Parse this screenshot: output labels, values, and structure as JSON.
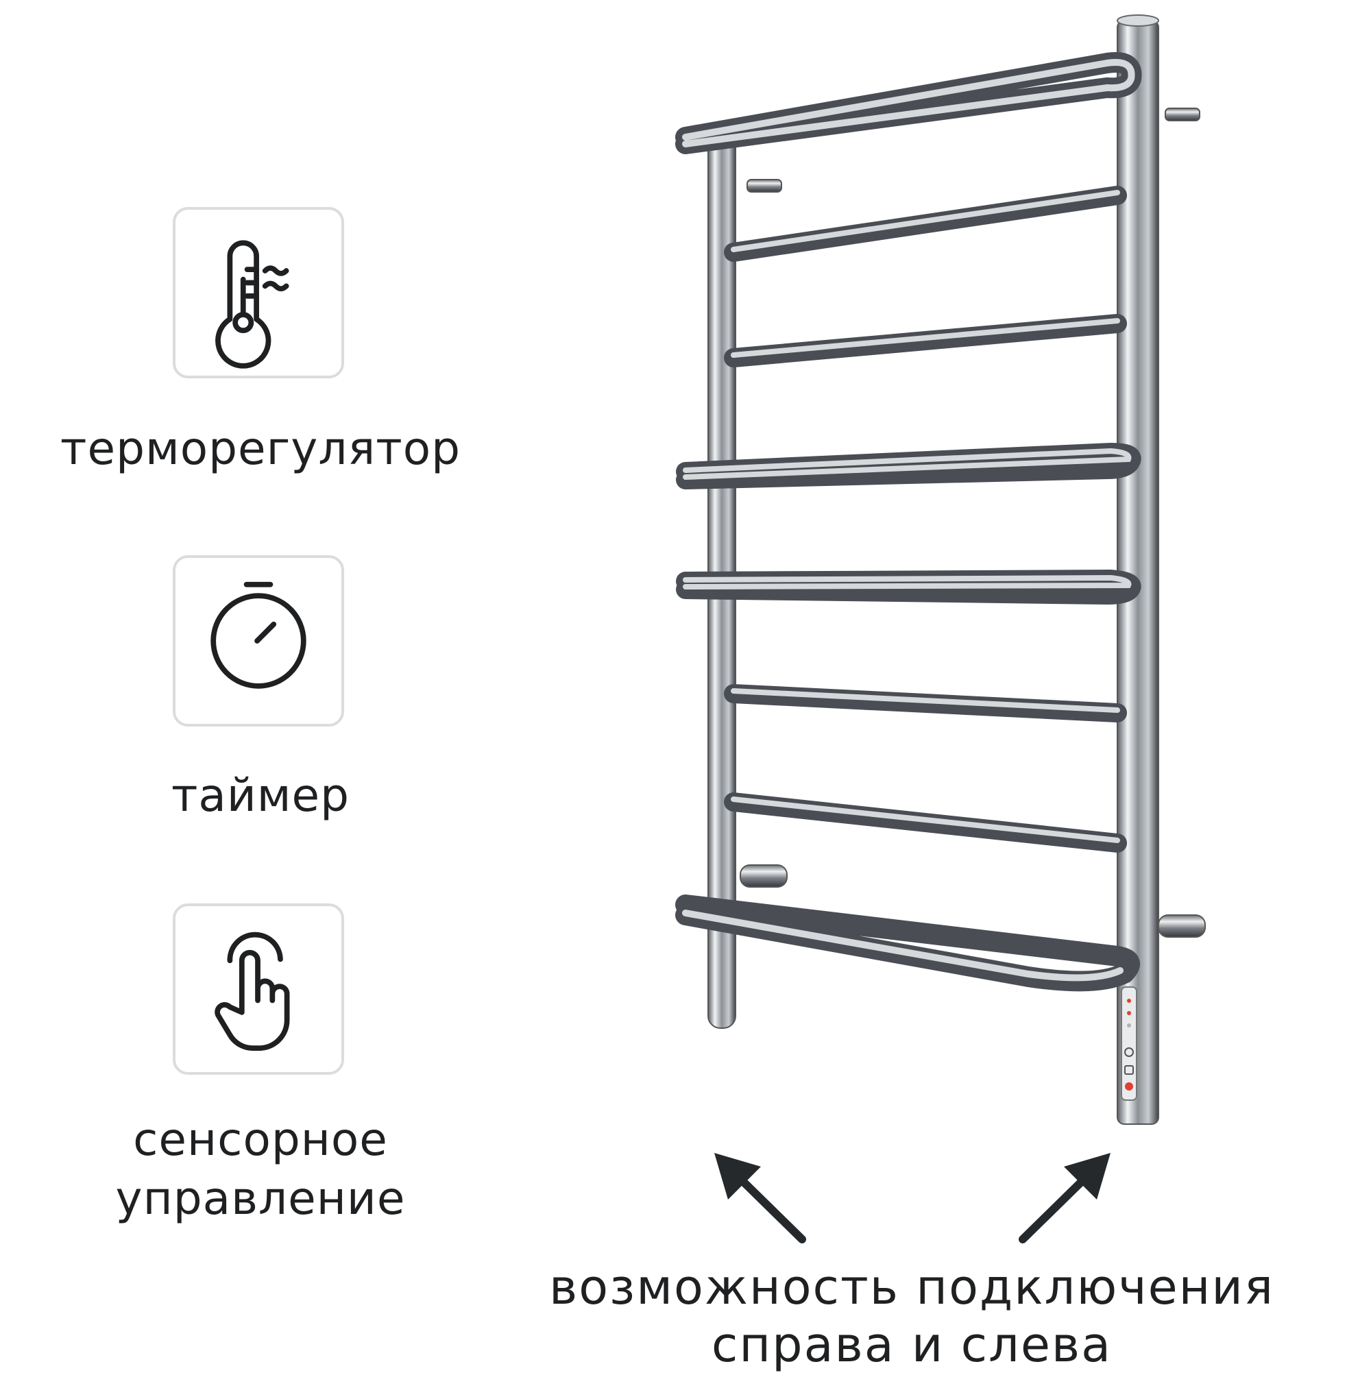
{
  "features": [
    {
      "label": "терморегулятор",
      "icon": "thermometer-icon"
    },
    {
      "label": "таймер",
      "icon": "timer-icon"
    },
    {
      "label": "сенсорное управление",
      "icon": "touch-hand-icon"
    }
  ],
  "caption": {
    "line1": "возможность подключения",
    "line2": "справа и слева"
  },
  "colors": {
    "text": "#1e2022",
    "box_border": "#dcdcdc",
    "chrome_dark": "#4a4e54",
    "chrome_mid": "#9aa0a6",
    "chrome_light": "#f2f4f6",
    "indicator_red": "#e04030"
  }
}
